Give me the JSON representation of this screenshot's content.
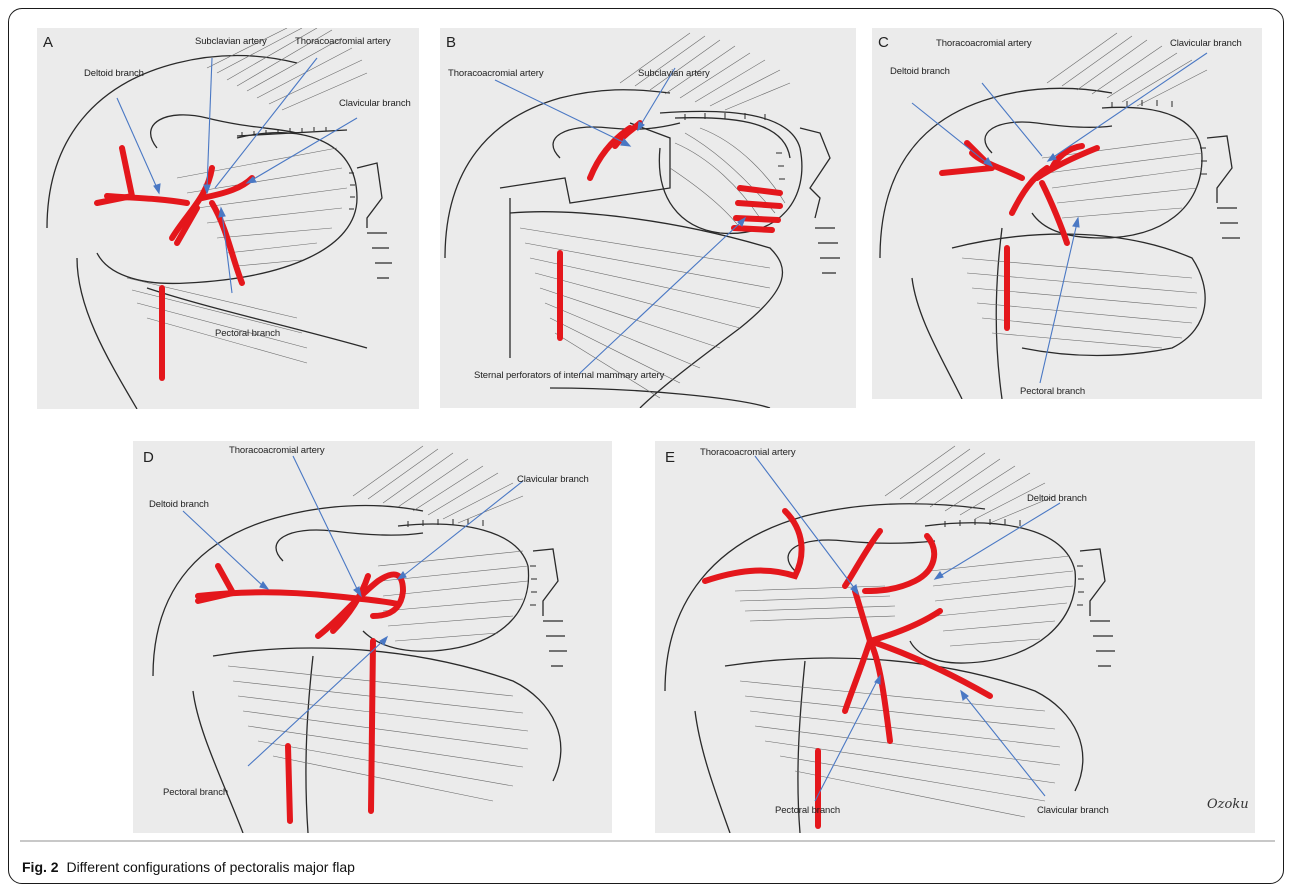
{
  "caption": {
    "label": "Fig. 2",
    "text": "Different configurations of pectoralis major flap"
  },
  "colors": {
    "artery": "#e4171c",
    "arrow": "#4a78c4",
    "panel_bg": "#ebebeb",
    "sketch": "#2a2a2a"
  },
  "panels": {
    "a": {
      "letter": "A",
      "labels": {
        "subclavian": "Subclavian artery",
        "thoracoacromial": "Thoracoacromial artery",
        "deltoid": "Deltoid branch",
        "clavicular": "Clavicular branch",
        "pectoral": "Pectoral branch"
      }
    },
    "b": {
      "letter": "B",
      "labels": {
        "thoracoacromial": "Thoracoacromial artery",
        "subclavian": "Subclavian artery",
        "sternal": "Sternal perforators of internal mammary artery"
      }
    },
    "c": {
      "letter": "C",
      "labels": {
        "thoracoacromial": "Thoracoacromial artery",
        "clavicular": "Clavicular  branch",
        "deltoid": "Deltoid branch",
        "pectoral": "Pectoral branch"
      }
    },
    "d": {
      "letter": "D",
      "labels": {
        "thoracoacromial": "Thoracoacromial artery",
        "clavicular": "Clavicular branch",
        "deltoid": "Deltoid branch",
        "pectoral": "Pectoral branch"
      }
    },
    "e": {
      "letter": "E",
      "labels": {
        "thoracoacromial": "Thoracoacromial artery",
        "deltoid": "Deltoid branch",
        "pectoral": "Pectoral branch",
        "clavicular": "Clavicular branch"
      },
      "signature": "Ozoku"
    }
  }
}
